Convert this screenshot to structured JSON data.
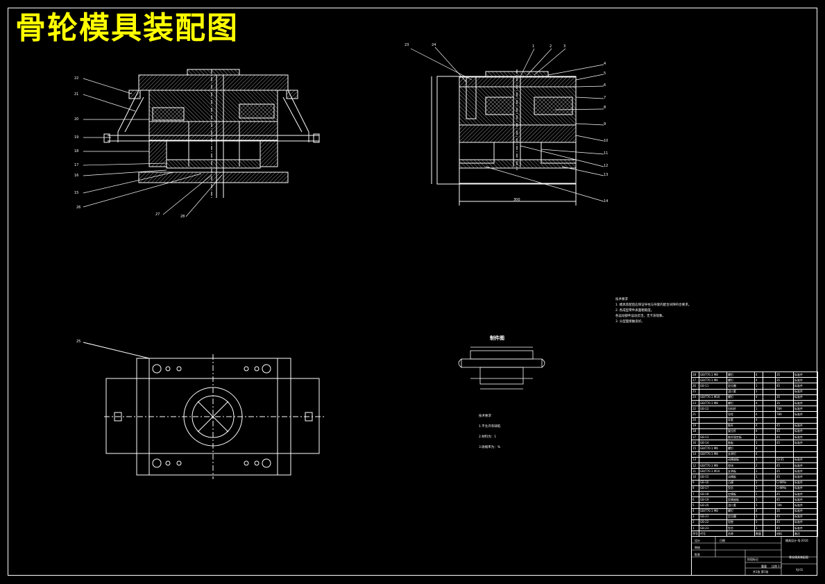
{
  "title": "骨轮模具装配图",
  "tech_requirements": {
    "heading": "技术要求",
    "items": [
      "1. 模具装配后应保证导柱与导套的配合间隙符合要求。",
      "2. 各成型零件表面粗糙度。",
      "各运动部件运动灵活，无卡滞现象。",
      "3. 分型面接触良好。"
    ]
  },
  "part_view": {
    "label": "制件图",
    "reqs_heading": "技术要求",
    "reqs": [
      "1.不允许有缺陷",
      "2.材料为：1",
      "3.收缩率为：%"
    ]
  },
  "callouts_left": [
    "22",
    "21",
    "20",
    "19",
    "18",
    "17",
    "16",
    "15",
    "26",
    "27",
    "28"
  ],
  "callouts_right_top": [
    "23",
    "24",
    "1",
    "2",
    "3"
  ],
  "callouts_right_side": [
    "4",
    "5",
    "6",
    "7",
    "8",
    "9",
    "10",
    "11",
    "12",
    "13",
    "14"
  ],
  "callouts_plan": [
    "25"
  ],
  "dim_bottom": "300",
  "bom": {
    "rows": [
      [
        "28",
        "GB/T70.1 M8",
        "螺钉",
        "4",
        "",
        "35",
        "标准件"
      ],
      [
        "27",
        "GB/T70.1 M6",
        "螺钉",
        "4",
        "",
        "35",
        "标准件"
      ],
      [
        "26",
        "GB-11",
        "定位圈",
        "1",
        "",
        "45",
        "标准件"
      ],
      [
        "25",
        "",
        "浇口套",
        "1",
        "",
        "",
        "标准件"
      ],
      [
        "24",
        "GB/T70.1 M10",
        "螺钉",
        "4",
        "",
        "35",
        "标准件"
      ],
      [
        "23",
        "GB/T70.1 M8",
        "螺钉",
        "4",
        "",
        "35",
        "标准件"
      ],
      [
        "22",
        "GB-12",
        "拉料杆",
        "1",
        "",
        "T8A",
        "标准件"
      ],
      [
        "21",
        "",
        "导柱",
        "4",
        "",
        "T8A",
        "标准件"
      ],
      [
        "20",
        "",
        "导套",
        "4",
        "",
        "",
        ""
      ],
      [
        "19",
        "",
        "推杆",
        "4",
        "",
        "45",
        "标准件"
      ],
      [
        "18",
        "",
        "复位杆",
        "4",
        "",
        "45",
        "标准件"
      ],
      [
        "17",
        "GB-13",
        "推杆固定板",
        "1",
        "",
        "45",
        "标准件"
      ],
      [
        "16",
        "GB-14",
        "推板",
        "1",
        "",
        "45",
        "标准件"
      ],
      [
        "15",
        "GB/T70.1 M6",
        "螺钉",
        "4",
        "",
        "",
        ""
      ],
      [
        "14",
        "GB/T70.1 M8",
        "支承钉",
        "4",
        "",
        "",
        ""
      ],
      [
        "13",
        "",
        "动模座板",
        "1",
        "",
        "Q235",
        "标准件"
      ],
      [
        "12",
        "GB/T70.1 M8",
        "垫块",
        "2",
        "",
        "45",
        "标准件"
      ],
      [
        "11",
        "GB/T70.1 M10",
        "支承板",
        "1",
        "",
        "45",
        "标准件"
      ],
      [
        "10",
        "GB-15",
        "动模板",
        "1",
        "",
        "45",
        "标准件"
      ],
      [
        "9",
        "GB-16",
        "凸模",
        "1",
        "",
        "CrWMo",
        "标准件"
      ],
      [
        "8",
        "GB-17",
        "型芯",
        "1",
        "",
        "CrWMo",
        "标准件"
      ],
      [
        "7",
        "GB-18",
        "定模板",
        "1",
        "",
        "45",
        "标准件"
      ],
      [
        "6",
        "GB-19",
        "定模座板",
        "1",
        "",
        "45",
        "标准件"
      ],
      [
        "5",
        "GB-20",
        "浇口套",
        "1",
        "",
        "T8A",
        "标准件"
      ],
      [
        "4",
        "GB/T70.1 M8",
        "螺钉",
        "4",
        "",
        "35",
        "标准件"
      ],
      [
        "3",
        "GB-21",
        "定位圈",
        "1",
        "",
        "45",
        "标准件"
      ],
      [
        "2",
        "GB-22",
        "型腔",
        "1",
        "",
        "45",
        "标准件"
      ],
      [
        "1",
        "GB-23",
        "型芯",
        "1",
        "",
        "45",
        "标准件"
      ],
      [
        "序号",
        "代号",
        "名称",
        "数量",
        "",
        "材料",
        "备注"
      ]
    ]
  },
  "title_block": {
    "drawing_no": "模具设计-XJ-2016",
    "name": "骨轮模具装配图",
    "scale": "1:1",
    "sheet": "共1张 第1张",
    "designer": "设计",
    "checker": "审核",
    "approver": "批准",
    "date": "日期",
    "stage": "阶段标记",
    "weight": "重量",
    "ratio": "比例",
    "code": "XJ-01"
  }
}
